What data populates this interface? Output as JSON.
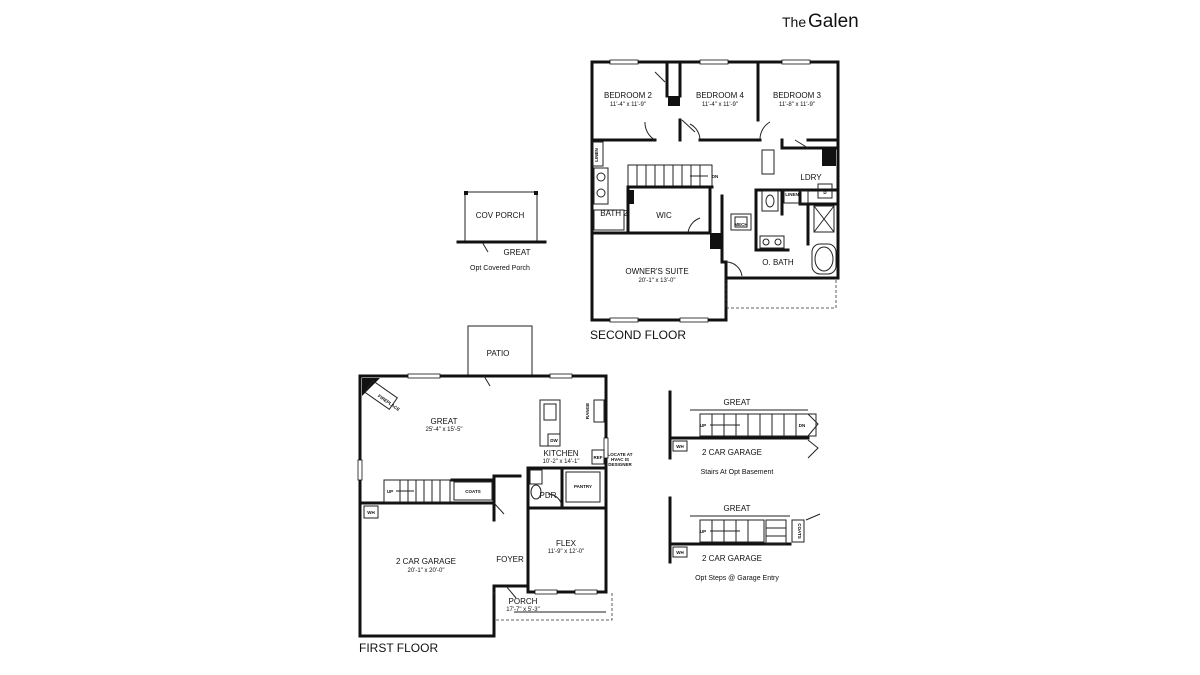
{
  "title": {
    "prefix": "The",
    "name": "Galen"
  },
  "second_floor": {
    "caption": "SECOND FLOOR",
    "rooms": {
      "bedroom2": {
        "name": "BEDROOM 2",
        "dim": "11'-4\" x 11'-9\""
      },
      "bedroom4": {
        "name": "BEDROOM 4",
        "dim": "11'-4\" x 11'-9\""
      },
      "bedroom3": {
        "name": "BEDROOM 3",
        "dim": "11'-8\" x 11'-9\""
      },
      "linen1": "LINEN",
      "dn": "DN",
      "ldry": "LDRY",
      "linen2": "LINEN",
      "d": "D",
      "bath2": "BATH 2",
      "wic": "WIC",
      "mech": "MECH",
      "obath": "O. BATH",
      "owners": {
        "name": "OWNER'S SUITE",
        "dim": "20'-1\" x 13'-0\""
      }
    }
  },
  "cov_porch": {
    "label": "COV PORCH",
    "great": "GREAT",
    "caption": "Opt Covered Porch"
  },
  "first_floor": {
    "caption": "FIRST FLOOR",
    "patio": "PATIO",
    "fireplace": "FIREPLACE",
    "great": {
      "name": "GREAT",
      "dim": "25'-4\" x 15'-5\""
    },
    "range": "RANGE",
    "dw": "DW",
    "kitchen": {
      "name": "KITCHEN",
      "dim": "10'-2\" x 14'-1\""
    },
    "ref": "REF",
    "note": [
      "LOCATE AT",
      "HVAC IS",
      "DESIGNER"
    ],
    "up": "UP",
    "coats": "COATS",
    "pdr": "PDR",
    "pantry": "PANTRY",
    "wh": "WH",
    "garage": {
      "name": "2 CAR GARAGE",
      "dim": "20'-1\" x 20'-0\""
    },
    "foyer": "FOYER",
    "flex": {
      "name": "FLEX",
      "dim": "11'-9\" x 12'-0\""
    },
    "porch": {
      "name": "PORCH",
      "dim": "17'-7\" x 5'-3\""
    }
  },
  "opt_basement": {
    "great": "GREAT",
    "up": "UP",
    "dn": "DN",
    "wh": "WH",
    "garage": "2 CAR GARAGE",
    "caption": "Stairs At Opt Basement"
  },
  "opt_steps": {
    "great": "GREAT",
    "up": "UP",
    "coats": "COATS",
    "wh": "WH",
    "garage": "2 CAR GARAGE",
    "caption": "Opt Steps @ Garage Entry"
  }
}
